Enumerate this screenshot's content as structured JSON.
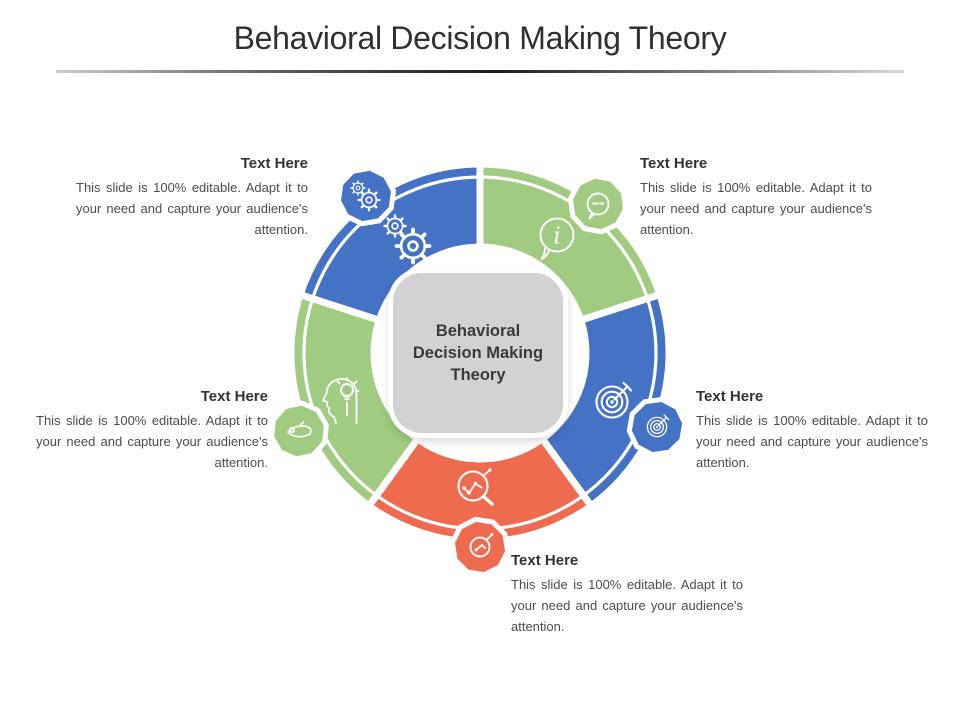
{
  "slide": {
    "title": "Behavioral Decision Making Theory",
    "center_label": "Behavioral Decision Making Theory"
  },
  "colors": {
    "blue": "#4472C4",
    "green": "#A0CB80",
    "orange": "#EE6B4F",
    "center_bg": "#D2D2D2"
  },
  "segments": [
    {
      "position": "top-left",
      "color": "#4472C4",
      "icon": "gears-icon",
      "badge_icon": "gears-icon",
      "heading": "Text Here",
      "body": "This slide is 100% editable. Adapt it to your need and capture your audience's attention."
    },
    {
      "position": "top-right",
      "color": "#A0CB80",
      "icon": "info-speech-bubble-icon",
      "badge_icon": "chat-bubble-icon",
      "icon_glyph": "i",
      "heading": "Text Here",
      "body": "This slide is 100% editable. Adapt it to your need and capture your audience's attention."
    },
    {
      "position": "right",
      "color": "#4472C4",
      "icon": "target-dart-icon",
      "badge_icon": "target-dart-icon",
      "heading": "Text Here",
      "body": "This slide is 100% editable. Adapt it to your need and capture your audience's attention."
    },
    {
      "position": "bottom",
      "color": "#EE6B4F",
      "icon": "magnifier-chart-icon",
      "badge_icon": "magnifier-icon",
      "heading": "Text Here",
      "body": "This slide is 100% editable. Adapt it to your need and capture your audience's attention."
    },
    {
      "position": "left",
      "color": "#A0CB80",
      "icon": "head-idea-icon",
      "badge_icon": "hand-gesture-icon",
      "heading": "Text Here",
      "body": "This slide is 100% editable. Adapt it to your need and capture your audience's attention."
    }
  ]
}
